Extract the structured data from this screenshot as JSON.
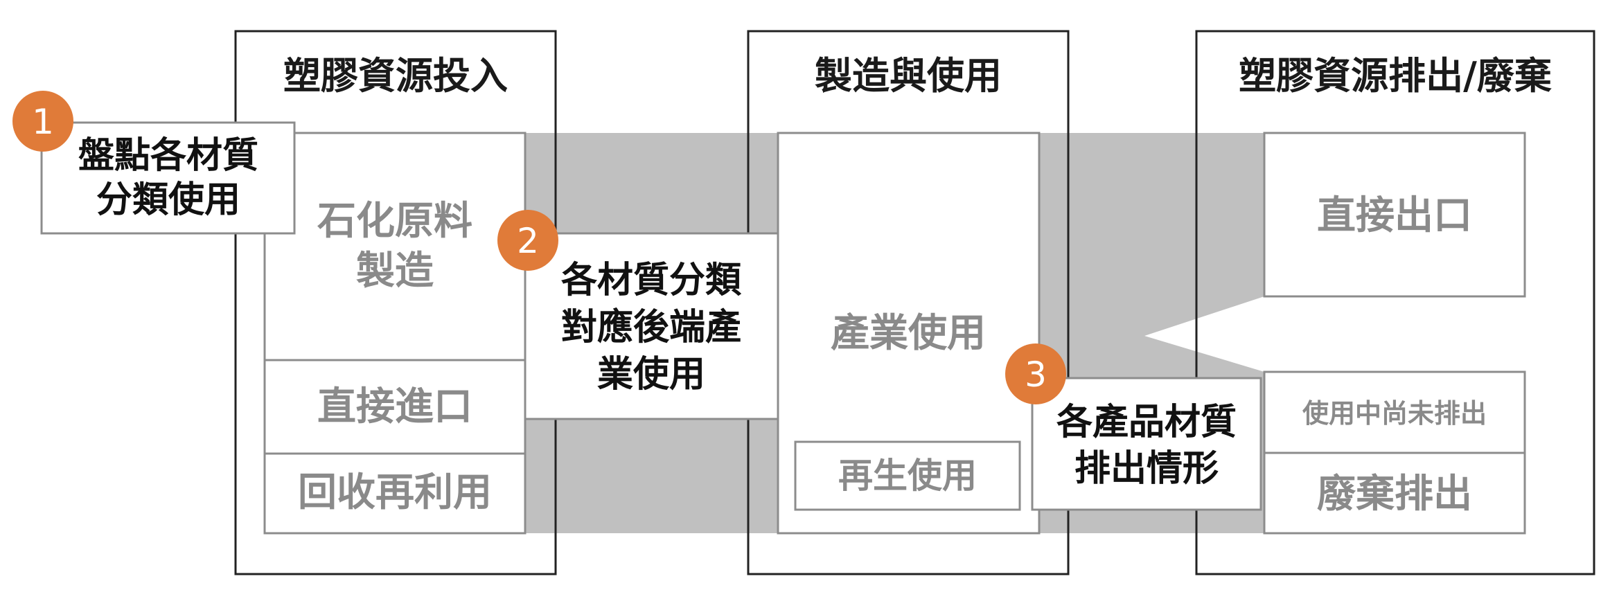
{
  "headers": {
    "input": "塑膠資源投入",
    "manufacture": "製造與使用",
    "output": "塑膠資源排出/廢棄"
  },
  "input_column": {
    "petrochem_line1": "石化原料",
    "petrochem_line2": "製造",
    "direct_import": "直接進口",
    "recycle": "回收再利用"
  },
  "use_column": {
    "industry_use": "產業使用",
    "reuse": "再生使用"
  },
  "output_column": {
    "direct_export": "直接出口",
    "in_use": "使用中尚未排出",
    "waste": "廢棄排出"
  },
  "callouts": [
    {
      "number": "1",
      "line1": "盤點各材質",
      "line2": "分類使用"
    },
    {
      "number": "2",
      "line1": "各材質分類",
      "line2": "對應後端產",
      "line3": "業使用"
    },
    {
      "number": "3",
      "line1": "各產品材質",
      "line2": "排出情形"
    }
  ],
  "colors": {
    "badge": "#e07b39",
    "flow": "#c0c0c0",
    "border": "#8c8c8c"
  }
}
